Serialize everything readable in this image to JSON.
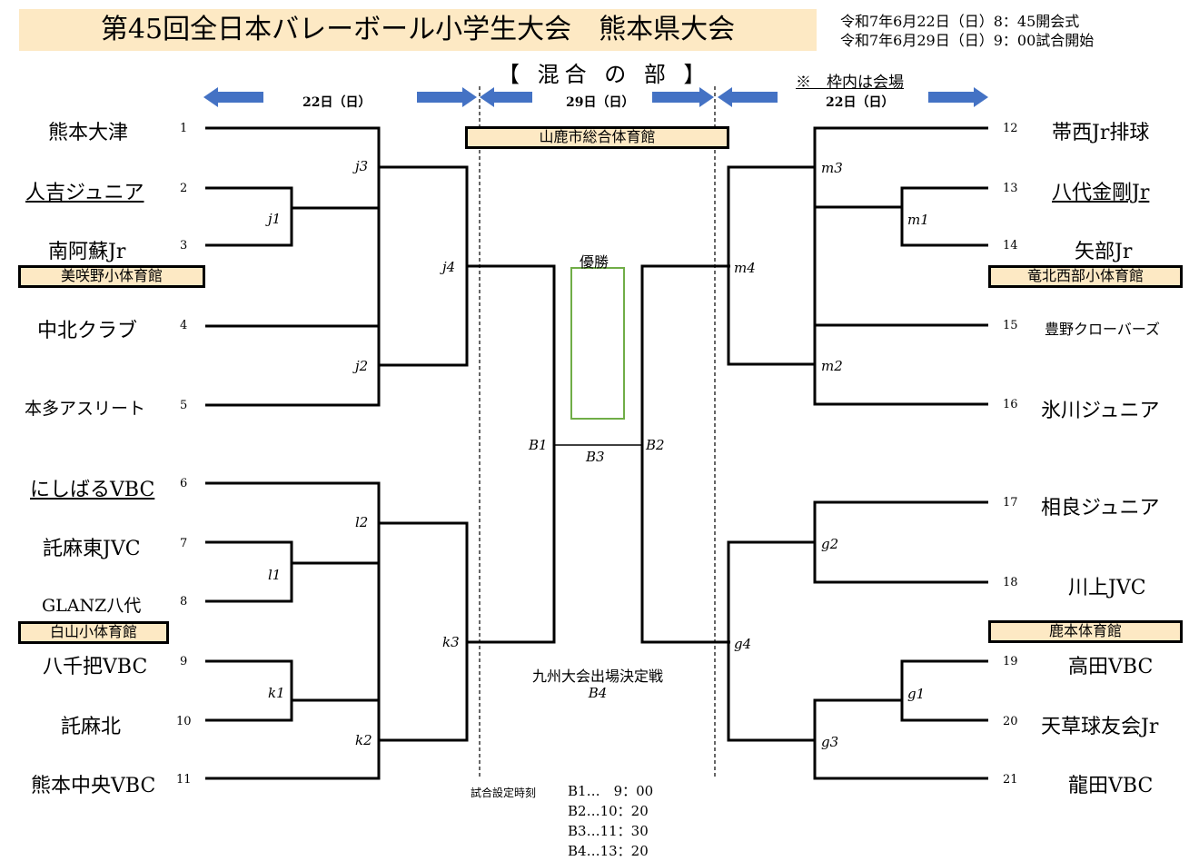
{
  "header": {
    "title": "第45回全日本バレーボール小学生大会　熊本県大会",
    "date_line_1": "令和7年6月22日（日）8：45開会式",
    "date_line_2": "令和7年6月29日（日）9：00試合開始",
    "division": "【 混合 の 部 】",
    "note": "※　枠内は会場"
  },
  "days": {
    "left": "22日（日）",
    "center": "29日（日）",
    "right": "22日（日）"
  },
  "teams": {
    "t1": "熊本大津",
    "t2": "人吉ジュニア",
    "t3": "南阿蘇Jr",
    "t4": "中北クラブ",
    "t5": "本多アスリート",
    "t6": "にしばるVBC",
    "t7": "託麻東JVC",
    "t8": "GLANZ八代",
    "t9": "八千把VBC",
    "t10": "託麻北",
    "t11": "熊本中央VBC",
    "t12": "帯西Jr排球",
    "t13": "八代金剛Jr",
    "t14": "矢部Jr",
    "t15": "豊野クローバーズ",
    "t16": "氷川ジュニア",
    "t17": "相良ジュニア",
    "t18": "川上JVC",
    "t19": "高田VBC",
    "t20": "天草球友会Jr",
    "t21": "龍田VBC"
  },
  "numbers": {
    "n1": "1",
    "n2": "2",
    "n3": "3",
    "n4": "4",
    "n5": "5",
    "n6": "6",
    "n7": "7",
    "n8": "8",
    "n9": "9",
    "n10": "10",
    "n11": "11",
    "n12": "12",
    "n13": "13",
    "n14": "14",
    "n15": "15",
    "n16": "16",
    "n17": "17",
    "n18": "18",
    "n19": "19",
    "n20": "20",
    "n21": "21"
  },
  "matches": {
    "j1": "j1",
    "j2": "j2",
    "j3": "j3",
    "j4": "j4",
    "l1": "l1",
    "l2": "l2",
    "k1": "k1",
    "k2": "k2",
    "k3": "k3",
    "m1": "m1",
    "m2": "m2",
    "m3": "m3",
    "m4": "m4",
    "g1": "g1",
    "g2": "g2",
    "g3": "g3",
    "g4": "g4",
    "b1": "B1",
    "b2": "B2",
    "b3": "B3"
  },
  "venues": {
    "center": "山鹿市総合体育館",
    "left_top": "美咲野小体育館",
    "left_bottom": "白山小体育館",
    "right_top": "竜北西部小体育館",
    "right_bottom": "鹿本体育館"
  },
  "winner_label": "優勝",
  "b4": {
    "title": "九州大会出場決定戦",
    "label": "B4"
  },
  "schedule": {
    "label": "試合設定時刻",
    "b1": "B1…　9：00",
    "b2": "B2…10：20",
    "b3": "B3…11：30",
    "b4": "B4…13：20"
  },
  "colors": {
    "title_bg": "#fde9c4",
    "arrow": "#4472c4",
    "winner_box": "#70ad47",
    "venue_bg": "#fde9c4"
  }
}
